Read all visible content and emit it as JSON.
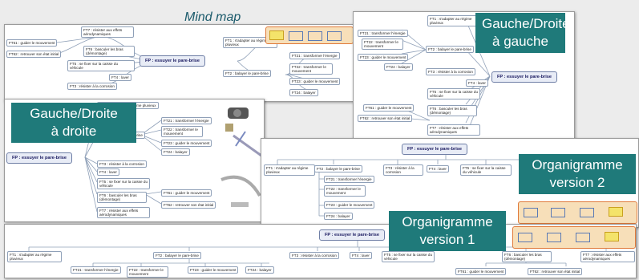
{
  "labels": {
    "mindmap": "Mind map",
    "gauche_gauche_l1": "Gauche/Droite",
    "gauche_gauche_l2": "à gauche",
    "gauche_droite_l1": "Gauche/Droite",
    "gauche_droite_l2": "à droite",
    "orga2_l1": "Organigramme",
    "orga2_l2": "version 2",
    "orga1_l1": "Organigramme",
    "orga1_l2": "version 1"
  },
  "central": "FP : essuyer le pare-brise",
  "nodes": {
    "ft1": "FT1 : s'adapter au régime pluvieux",
    "ft2": "FT2 : balayer le pare-brise",
    "ft3": "FT3 : résister à la corrosion",
    "ft4": "FT4 : laver",
    "ft5": "FT5 : se fixer sur la caisse du véhicule",
    "ft6": "FT6 : basculer les bras (démontage)",
    "ft7": "FT7 : résister aux effets aérodynamiques",
    "ft21": "FT21 : transformer l'énergie",
    "ft22": "FT22 : transformer le mouvement",
    "ft23": "FT23 : guider le mouvement",
    "ft24": "FT24 : balayer",
    "ft61": "FT61 : guider le mouvement",
    "ft62": "FT62 : retrouver son état initial"
  },
  "colors": {
    "label_bg": "#1f7a7a",
    "toolbar_bg": "#f7dfb9",
    "toolbar_border": "#e07a3a"
  },
  "icons": [
    "mindmap-icon",
    "left-right-icon",
    "org-chart-icon",
    "tree-icon"
  ]
}
